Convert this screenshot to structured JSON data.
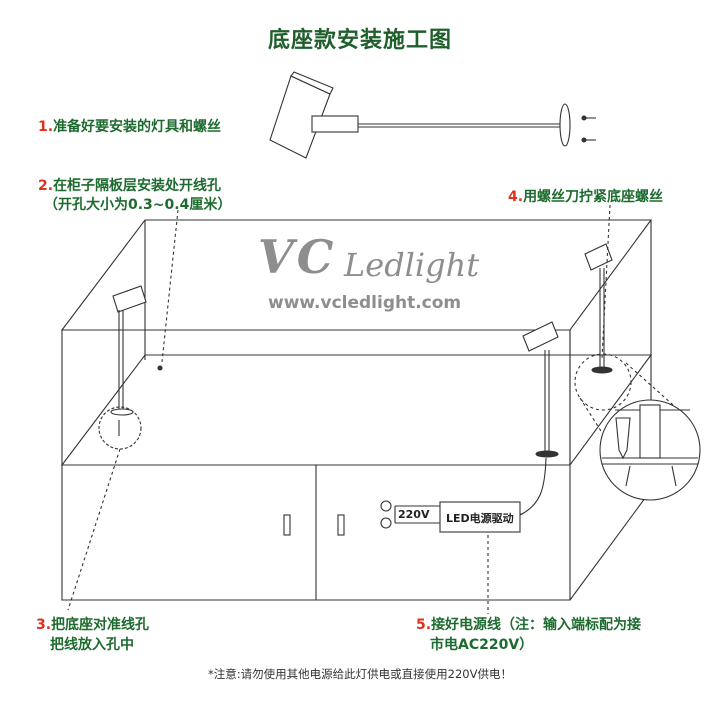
{
  "title": "底座款安装施工图",
  "steps": [
    {
      "num": "1.",
      "text": "准备好要安装的灯具和螺丝"
    },
    {
      "num": "2.",
      "text": "在柜子隔板层安装处开线孔",
      "text2": "（开孔大小为0.3~0.4厘米）"
    },
    {
      "num": "4.",
      "text": "用螺丝刀拧紧底座螺丝"
    },
    {
      "num": "3.",
      "text": "把底座对准线孔",
      "text2": "把线放入孔中"
    },
    {
      "num": "5.",
      "text": "接好电源线（注：输入端标配为接",
      "text2": "市电AC220V）"
    }
  ],
  "logo": {
    "brand": "VC",
    "script": "Ledlight",
    "url": "www.vcledlight.com"
  },
  "driver": {
    "voltage_label": "220V",
    "driver_label": "LED电源驱动"
  },
  "footnote": "*注意:请勿使用其他电源给此灯供电或直接使用220V供电！"
}
